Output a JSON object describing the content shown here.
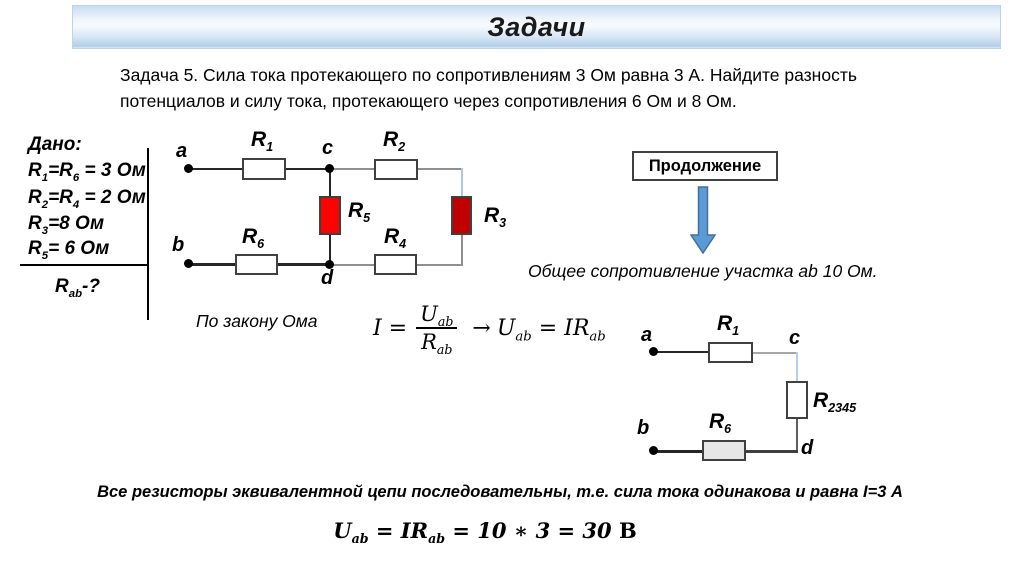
{
  "slide": {
    "title": "Задачи",
    "problem_line1": "Задача 5. Сила тока протекающего по сопротивлениям 3 Ом равна 3 А. Найдите разность",
    "problem_line2": "потенциалов и силу тока, протекающего через сопротивления 6 Ом и 8 Ом."
  },
  "given": {
    "heading": "Дано:",
    "items": [
      "R_1_=R_6_ = 3 Ом",
      "R_2_=R_4_ = 2 Ом",
      "R_3_=8 Ом",
      "R_5_= 6 Ом"
    ],
    "question": "R_ab_-?"
  },
  "circuit1": {
    "nodes": {
      "a": "a",
      "b": "b",
      "c": "c",
      "d": "d"
    },
    "resistors": {
      "r1": "R_1_",
      "r2": "R_2_",
      "r3": "R_3_",
      "r4": "R_4_",
      "r5": "R_5_",
      "r6": "R_6_"
    },
    "colors": {
      "r5_fill": "#fe0101",
      "r3_fill": "#c00000",
      "r3_border": "#98b9d9"
    }
  },
  "continue_button": {
    "label": "Продолжение"
  },
  "arrow": {
    "fill": "#5b9bd5",
    "stroke": "#41719c"
  },
  "result_text": "Общее сопротивление участка ab 10 Ом.",
  "ohm_law": {
    "label": "По закону Ома",
    "lhs": "I =",
    "numerator": "U_ab_",
    "denominator": "R_ab_",
    "arrow": "→",
    "rhs": "U_ab_ = IR_ab_"
  },
  "circuit2": {
    "nodes": {
      "a": "a",
      "b": "b",
      "c": "c",
      "d": "d"
    },
    "resistors": {
      "r1": "R_1_",
      "r6": "R_6_",
      "r2345": "R_2345_"
    },
    "colors": {
      "r6_fill": "#e7e6e6"
    }
  },
  "conclusion": "Все резисторы эквивалентной цепи последовательны, т.е. сила тока одинакова и равна I=3 А",
  "final_formula": {
    "math": "U_ab_ = IR_ab_ = 10 ∗ 3 = 30",
    "unit": "В"
  }
}
